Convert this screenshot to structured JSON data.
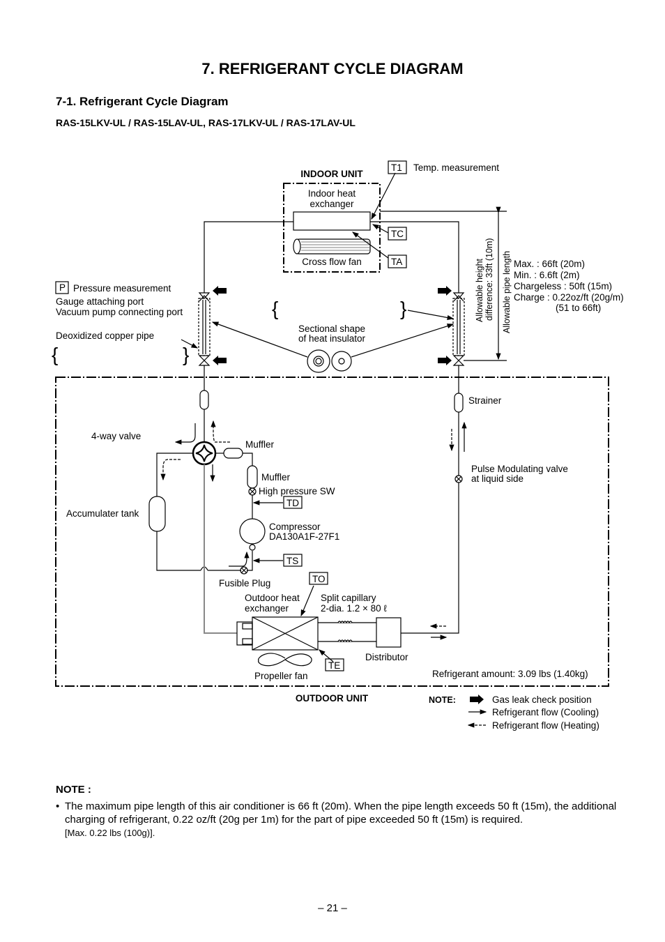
{
  "title": "7. REFRIGERANT CYCLE DIAGRAM",
  "subtitle": "7-1. Refrigerant Cycle Diagram",
  "models": "RAS-15LKV-UL / RAS-15LAV-UL, RAS-17LKV-UL / RAS-17LAV-UL",
  "diagram": {
    "indoor_unit": "INDOOR UNIT",
    "outdoor_unit": "OUTDOOR UNIT",
    "indoor_hx_1": "Indoor heat",
    "indoor_hx_2": "exchanger",
    "cross_flow_fan": "Cross flow fan",
    "t1": "T1",
    "temp_measurement": "Temp. measurement",
    "tc": "TC",
    "ta": "TA",
    "p": "P",
    "pressure_measurement": "Pressure measurement",
    "gauge_port": "Gauge attaching port",
    "vacuum_port": "Vacuum pump connecting port",
    "copper_pipe": "Deoxidized copper pipe",
    "insulator_1": "Sectional shape",
    "insulator_2": "of heat insulator",
    "height_1": "Allowable height",
    "height_2": "difference: 33ft (10m)",
    "pipe_length": "Allowable pipe length",
    "max": "Max. :  66ft (20m)",
    "min": "Min. :  6.6ft (2m)",
    "chargeless": "Chargeless : 50ft (15m)",
    "charge": "Charge : 0.22oz/ft (20g/m)",
    "charge_range": "(51 to 66ft)",
    "strainer": "Strainer",
    "four_way_valve": "4-way valve",
    "muffler_1": "Muffler",
    "muffler_2": "Muffler",
    "high_pressure_sw": "High pressure SW",
    "td": "TD",
    "accumulator": "Accumulater tank",
    "compressor": "Compressor",
    "compressor_model": "DA130A1F-27F1",
    "ts": "TS",
    "fusible_plug": "Fusible Plug",
    "to": "TO",
    "outdoor_hx_1": "Outdoor heat",
    "outdoor_hx_2": "exchanger",
    "split_capillary": "Split capillary",
    "capillary_spec": "2-dia. 1.2 × 80 ℓ",
    "pmv_1": "Pulse Modulating valve",
    "pmv_2": "at liquid side",
    "te": "TE",
    "distributor": "Distributor",
    "propeller_fan": "Propeller fan",
    "refrigerant_amount": "Refrigerant amount: 3.09 lbs (1.40kg)"
  },
  "legend": {
    "note": "NOTE:",
    "gas_leak": "Gas leak check position",
    "cooling": "Refrigerant flow (Cooling)",
    "heating": "Refrigerant flow (Heating)"
  },
  "note": {
    "heading": "NOTE :",
    "bullet": "•",
    "text": "The maximum pipe length of this air conditioner is 66 ft (20m).  When the pipe length exceeds 50 ft (15m), the additional charging of refrigerant, 0.22 oz/ft (20g per 1m) for the part of pipe exceeded 50 ft (15m) is required.",
    "max": "[Max. 0.22 lbs (100g)]."
  },
  "page_number": "– 21 –"
}
